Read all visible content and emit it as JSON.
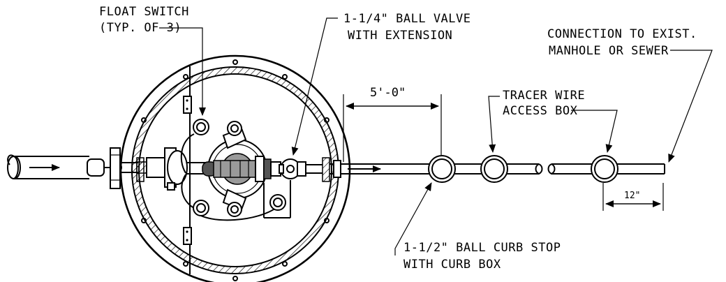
{
  "labels": {
    "float_switch_line1": "FLOAT SWITCH",
    "float_switch_line2": "(TYP. OF 3)",
    "ball_valve_line1": "1-1/4\" BALL VALVE",
    "ball_valve_line2": "WITH EXTENSION",
    "connection_line1": "CONNECTION TO EXIST.",
    "connection_line2": "MANHOLE OR SEWER",
    "tracer_line1": "TRACER WIRE",
    "tracer_line2": "ACCESS BOX",
    "curb_stop_line1": "1-1/2\" BALL CURB STOP",
    "curb_stop_line2": "WITH CURB BOX"
  },
  "dimensions": {
    "spacing": "5'-0\"",
    "end_offset": "12\""
  }
}
